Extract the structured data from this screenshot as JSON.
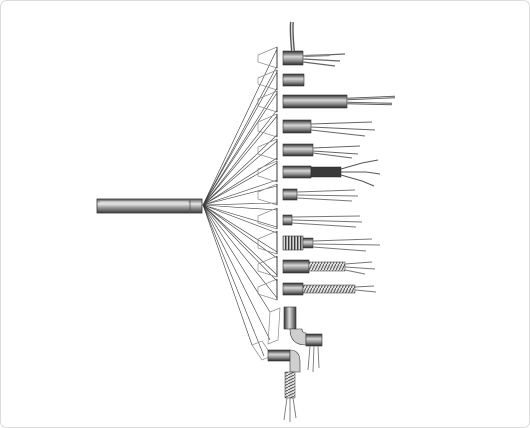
{
  "figure": {
    "kind": "line-drawing",
    "subject": "heater-cartridge-variants",
    "colors": {
      "background": "#ffffff",
      "frame": "#dcdcdc",
      "ink": "#3a3a3a",
      "ink_light": "#8a8a8a",
      "metal_dark": "#4a4a4a",
      "metal_mid": "#9a9a9a",
      "metal_light": "#e6e6e6"
    },
    "icons": [
      "cartridge-heater-icon",
      "lead-wire-icon",
      "threaded-fitting-icon",
      "right-angle-elbow-icon",
      "braided-sleeve-icon"
    ],
    "variants": [
      {
        "name": "top-bent-lead-variant",
        "lead": "bent-up"
      },
      {
        "name": "blank-end-variant",
        "lead": "none"
      },
      {
        "name": "long-sheath-variant",
        "lead": "straight-fiberglass"
      },
      {
        "name": "wire-leads-variant",
        "lead": "separate-wires"
      },
      {
        "name": "short-wire-leads-variant",
        "lead": "separate-wires"
      },
      {
        "name": "flared-lead-variant",
        "lead": "flared-wires"
      },
      {
        "name": "small-sheath-variant",
        "lead": "thin-wires"
      },
      {
        "name": "tiny-body-variant",
        "lead": "thin-wires"
      },
      {
        "name": "threaded-fitting-variant",
        "lead": "threaded"
      },
      {
        "name": "armored-lead-variant",
        "lead": "armored"
      },
      {
        "name": "braided-lead-variant",
        "lead": "braided"
      },
      {
        "name": "right-angle-variant",
        "lead": "elbow-90"
      },
      {
        "name": "elbow-braided-variant",
        "lead": "elbow-braided"
      }
    ]
  }
}
